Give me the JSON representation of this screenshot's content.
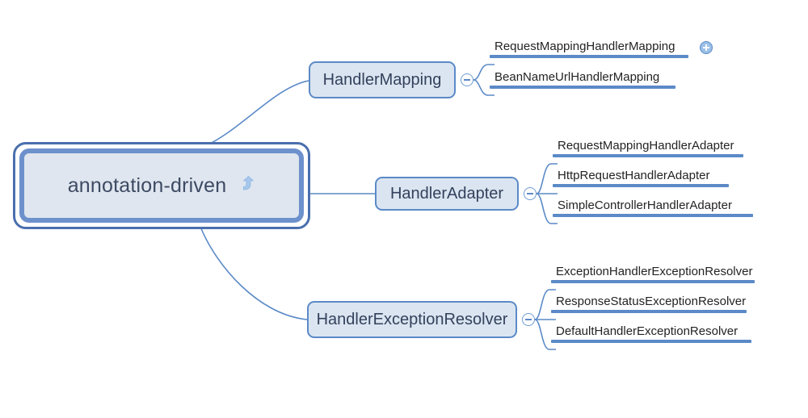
{
  "diagram": {
    "type": "mind-map",
    "background": "#ffffff",
    "accent": "#5b8ac7",
    "root_border": "#4a6fae",
    "node_fill": "#dbe5f1",
    "root_fill": "#dfe6ef",
    "text_color": "#232323",
    "node_text_color": "#33415c"
  },
  "root": {
    "label": "annotation-driven",
    "icon": "curved-up-arrow-icon"
  },
  "branches": [
    {
      "label": "HandlerMapping",
      "toggle": "minus",
      "toggle_icon": "collapse-minus-icon",
      "children": [
        {
          "label": "RequestMappingHandlerMapping",
          "toggle": "plus",
          "toggle_icon": "expand-plus-icon"
        },
        {
          "label": "BeanNameUrlHandlerMapping",
          "toggle": null
        }
      ]
    },
    {
      "label": "HandlerAdapter",
      "toggle": "minus",
      "toggle_icon": "collapse-minus-icon",
      "children": [
        {
          "label": "RequestMappingHandlerAdapter",
          "toggle": null
        },
        {
          "label": "HttpRequestHandlerAdapter",
          "toggle": null
        },
        {
          "label": "SimpleControllerHandlerAdapter",
          "toggle": null
        }
      ]
    },
    {
      "label": "HandlerExceptionResolver",
      "toggle": "minus",
      "toggle_icon": "collapse-minus-icon",
      "children": [
        {
          "label": "ExceptionHandlerExceptionResolver",
          "toggle": null
        },
        {
          "label": "ResponseStatusExceptionResolver",
          "toggle": null
        },
        {
          "label": "DefaultHandlerExceptionResolver",
          "toggle": null
        }
      ]
    }
  ]
}
